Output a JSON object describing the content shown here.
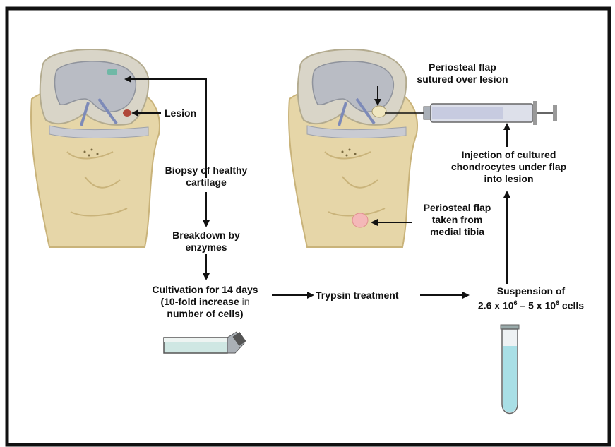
{
  "labels": {
    "lesion": "Lesion",
    "biopsy": [
      "Biopsy of healthy",
      "cartilage"
    ],
    "breakdown": [
      "Breakdown by",
      "enzymes"
    ],
    "cultivation": [
      "Cultivation for 14 days",
      "(10-fold increase",
      "in",
      "number of cells)"
    ],
    "trypsin": "Trypsin treatment",
    "suspension": [
      "Suspension of",
      "2.6 x 10",
      "6",
      " – 5 x 10",
      "6",
      " cells"
    ],
    "flap_sutured": [
      "Periosteal flap",
      "sutured over lesion"
    ],
    "injection": [
      "Injection of cultured",
      "chondrocytes under flap",
      "into lesion"
    ],
    "flap_taken": [
      "Periosteal flap",
      "taken from",
      "medial tibia"
    ]
  },
  "colors": {
    "bone": "#e6d6a8",
    "bone_dark": "#c9b37a",
    "cartilage": "#b9bcc4",
    "lesion": "#b0483a",
    "flap": "#f4b8b8",
    "flask_fluid": "#cfe7e3",
    "tube_fluid": "#a9dfe6",
    "arrow": "#111111"
  }
}
